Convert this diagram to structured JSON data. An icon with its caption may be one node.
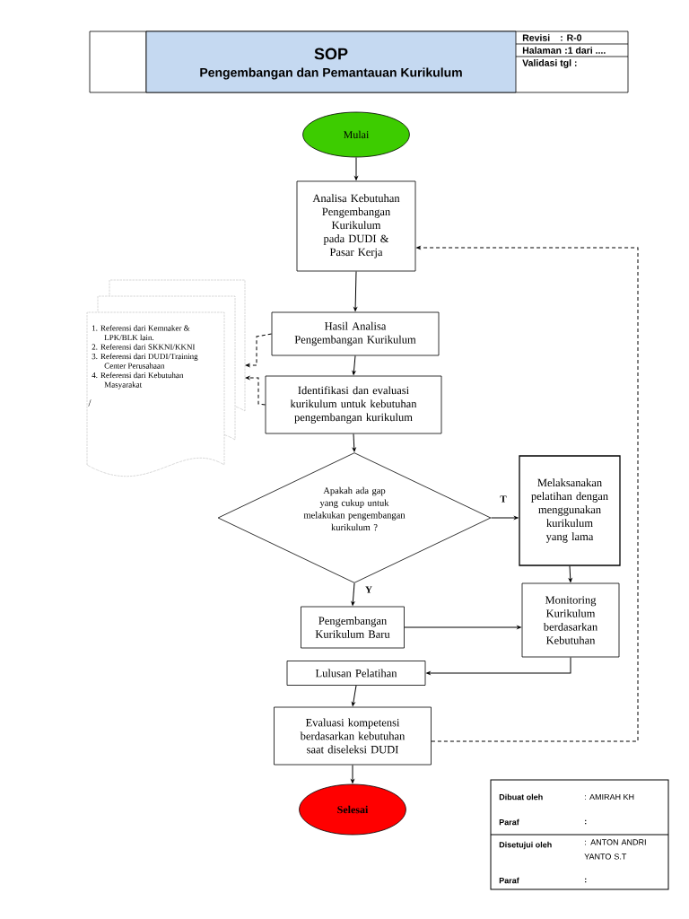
{
  "diagram": {
    "title": "SOP",
    "nodes": [
      {
        "text": [
          "Mulai"
        ]
      },
      {
        "text": [
          "Analisa Kebutuhan Pengembangan Kurikulum pada DUDI & Pasar Kerja"
        ]
      },
      {
        "text": [
          "Hasil Analisa Pengembangan Kurikulum"
        ]
      },
      {
        "text": [
          "Identifikasi dan evaluasi kurikulum untuk kebutuhan pengembangan kurikulum"
        ]
      },
      {
        "text": [
          "Apakah ada gap yang cukup untuk melakukan pengembangan kurikulum ?"
        ]
      },
      {
        "text": [
          "Melaksanakan pelatihan dengan menggunakan kurikulum yang lama"
        ]
      },
      {
        "text": [
          "Pengembangan Kurikulum Baru"
        ]
      },
      {
        "text": [
          "Monitoring Kurikulum berdasarkan Kebutuhan"
        ]
      },
      {
        "text": [
          "Lulusan Pelatihan"
        ]
      },
      {
        "text": [
          "Evaluasi kompetensi berdasarkan kebutuhan saat diseleksi DUDI"
        ]
      },
      {
        "text": [
          "Selesai"
        ]
      },
      {
        "text": [
          "1. Referensi dari Kemnaker & LPK/BLK lain.",
          "2. Referensi dari SKKNI/KKNI",
          "3. Referensi dari DUDI/Training Center Perusahaan",
          "/",
          "4. Referensi dari Kebutuhan Masyarakat"
        ]
      }
    ],
    "edges": [
      {
        "from": 0,
        "to": 1,
        "arrow": "to"
      },
      {
        "from": 1,
        "to": 2,
        "arrow": "to"
      },
      {
        "from": 2,
        "to": 3,
        "arrow": "to"
      },
      {
        "from": 2,
        "to": 11,
        "arrow": "to",
        "style": "dashed"
      },
      {
        "from": 3,
        "to": 11,
        "arrow": "to",
        "style": "dashed"
      },
      {
        "from": 3,
        "to": 4,
        "arrow": "to"
      },
      {
        "from": 4,
        "to": 5,
        "arrow": "to",
        "label": "T"
      },
      {
        "from": 4,
        "to": 6,
        "arrow": "to",
        "label": "Y"
      },
      {
        "from": 5,
        "to": 7,
        "arrow": "to"
      },
      {
        "from": 6,
        "to": 7,
        "arrow": "to"
      },
      {
        "from": 7,
        "to": 8,
        "arrow": "to"
      },
      {
        "from": 8,
        "to": 9,
        "arrow": "to"
      },
      {
        "from": 9,
        "to": 10,
        "arrow": "to"
      },
      {
        "from": 9,
        "to": 1,
        "arrow": "to",
        "style": "dashed"
      }
    ],
    "labels": [
      "Pengembangan dan Pemantauan Kurikulum",
      "Revisi",
      ": R-0",
      "Halaman",
      ":1 dari ....",
      "Validasi tgl :",
      "Dibuat oleh",
      ": AMIRAH KH",
      "Paraf",
      ":",
      "Disetujui oleh",
      ": ANTON ANDRI YANTO S.T",
      "Paraf",
      ":"
    ]
  }
}
